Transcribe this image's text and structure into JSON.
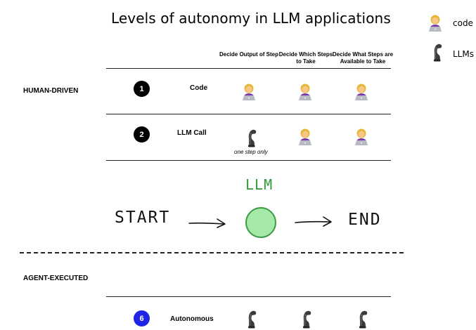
{
  "title": "Levels of autonomy in LLM applications",
  "legend": {
    "code_icon": "person-at-laptop-icon",
    "code_label": "code",
    "llm_icon": "flexed-arm-icon",
    "llm_label": "LLMs"
  },
  "columns": [
    "Decide Output of Step",
    "Decide Which Steps to Take",
    "Decide What Steps are Available to Take"
  ],
  "sections": {
    "human": "HUMAN-DRIVEN",
    "agent": "AGENT-EXECUTED"
  },
  "rows": [
    {
      "number": "1",
      "label": "Code",
      "cells": [
        "person-at-laptop-icon",
        "person-at-laptop-icon",
        "person-at-laptop-icon"
      ]
    },
    {
      "number": "2",
      "label": "LLM Call",
      "cells": [
        "flexed-arm-icon",
        "person-at-laptop-icon",
        "person-at-laptop-icon"
      ],
      "note": "one step only"
    },
    {
      "number": "6",
      "label": "Autonomous",
      "cells": [
        "flexed-arm-icon",
        "flexed-arm-icon",
        "flexed-arm-icon"
      ]
    }
  ],
  "flow": {
    "node_label": "LLM",
    "start": "START",
    "end": "END",
    "node_color": "#a6e8a5",
    "node_label_color": "#2e9a3a"
  },
  "colors": {
    "badge": "#000000",
    "badge_autonomous": "#1f24e6"
  }
}
